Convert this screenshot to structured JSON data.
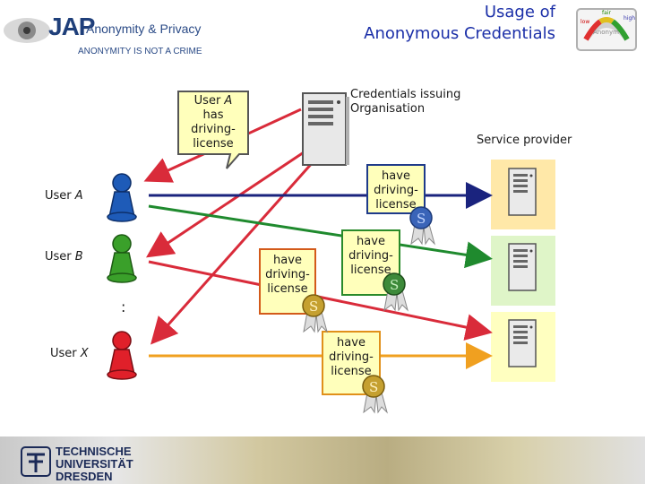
{
  "header": {
    "logo": "JAP",
    "logo_subtitle": "Anonymity & Privacy",
    "tagline": "ANONYMITY IS NOT A CRIME",
    "title_line1": "Usage of",
    "title_line2": "Anonymous Credentials",
    "corner_graphic_words": [
      "low",
      "fair",
      "high",
      "Anonym"
    ]
  },
  "issuer": {
    "label_line1": "Credentials issuing",
    "label_line2": "Organisation"
  },
  "callout": {
    "line1": "User ",
    "user": "A",
    "line2": "has",
    "line3": "driving-",
    "line4": "license"
  },
  "service_provider_label": "Service provider",
  "users": [
    {
      "name": "User ",
      "id": "A",
      "color": "#1e5bb8"
    },
    {
      "name": "User ",
      "id": "B",
      "color": "#3aa02a"
    },
    {
      "name": "User ",
      "id": "X",
      "color": "#e0202a"
    }
  ],
  "ellipsis": ":",
  "credentials": [
    {
      "line1": "have",
      "line2": "driving-",
      "line3": "license",
      "border": "#1e3a8a",
      "seal": "#3a64b8"
    },
    {
      "line1": "have",
      "line2": "driving-",
      "line3": "license",
      "border": "#2a8a2a",
      "seal": "#3d8a3a"
    },
    {
      "line1": "have",
      "line2": "driving-",
      "line3": "license",
      "border": "#d35a1a",
      "seal": "#c5a030"
    },
    {
      "line1": "have",
      "line2": "driving-",
      "line3": "license",
      "border": "#e0901a",
      "seal": "#c5a030"
    }
  ],
  "arrow_colors": {
    "blue": "#1a237e",
    "green": "#1f8a2e",
    "red": "#d92b3a",
    "orange": "#f0a020"
  },
  "service_panels": [
    "#ffe8a8",
    "#dff5c8",
    "#ffffc0"
  ],
  "footer": {
    "line1": "TECHNISCHE",
    "line2": "UNIVERSITÄT",
    "line3": "DRESDEN"
  }
}
